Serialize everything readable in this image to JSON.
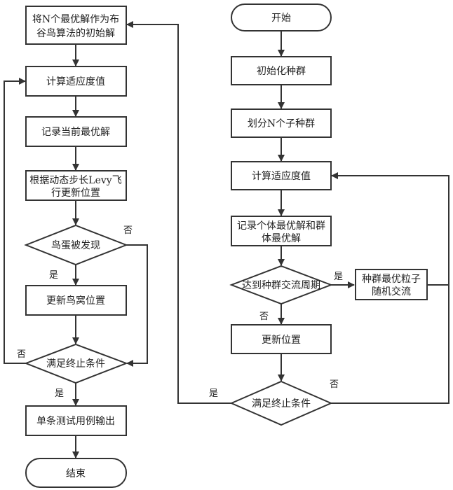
{
  "diagram": {
    "type": "flowchart",
    "left_column": {
      "init_cuckoo": [
        "将N个最优解作为布",
        "谷鸟算法的初始解"
      ],
      "calc_fitness": "计算适应度值",
      "record_best": "记录当前最优解",
      "levy_update": [
        "根据动态步长Levy飞",
        "行更新位置"
      ],
      "egg_found": "鸟蛋被发现",
      "update_nest": "更新鸟窝位置",
      "terminate_check": "满足终止条件",
      "output": "单条测试用例输出",
      "end": "结束"
    },
    "right_column": {
      "start": "开始",
      "init_population": "初始化种群",
      "split_subpop": "划分N个子种群",
      "calc_fitness": "计算适应度值",
      "record_best": [
        "记录个体最优解和群",
        "体最优解"
      ],
      "exchange_period": "达到种群交流周期",
      "exchange_box": [
        "种群最优粒子",
        "随机交流"
      ],
      "update_position": "更新位置",
      "terminate_check": "满足终止条件"
    },
    "edge_labels": {
      "yes": "是",
      "no": "否"
    },
    "colors": {
      "stroke": "#333333",
      "fill": "#ffffff",
      "text": "#222222"
    }
  }
}
